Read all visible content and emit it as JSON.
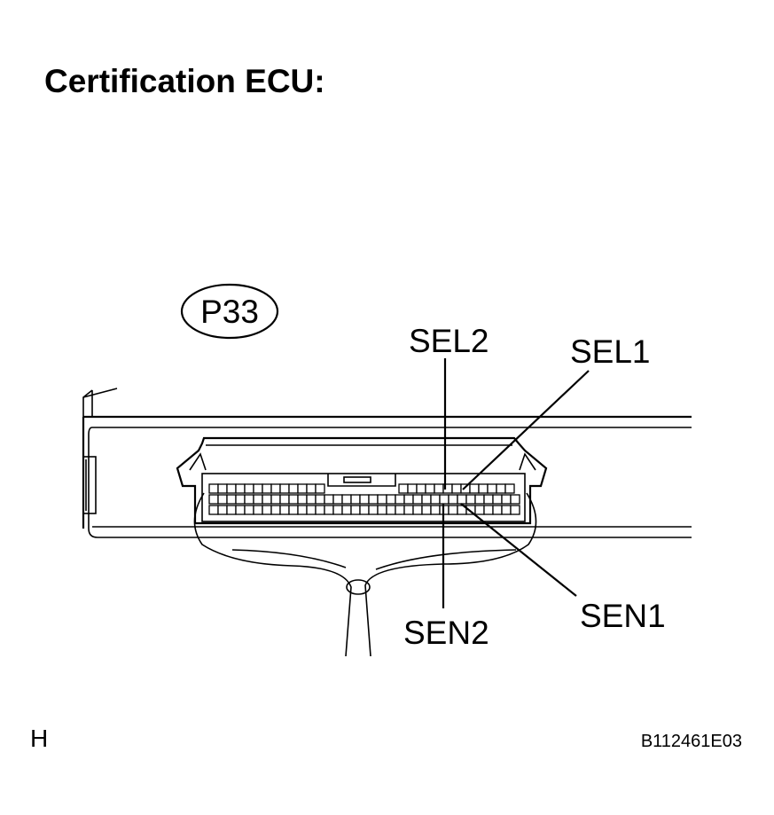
{
  "diagram": {
    "title": "Certification ECU:",
    "connector_code": "P33",
    "terminals": {
      "sel2": "SEL2",
      "sel1": "SEL1",
      "sen2": "SEN2",
      "sen1": "SEN1"
    },
    "footer_left": "H",
    "footer_right": "B112461E03"
  }
}
